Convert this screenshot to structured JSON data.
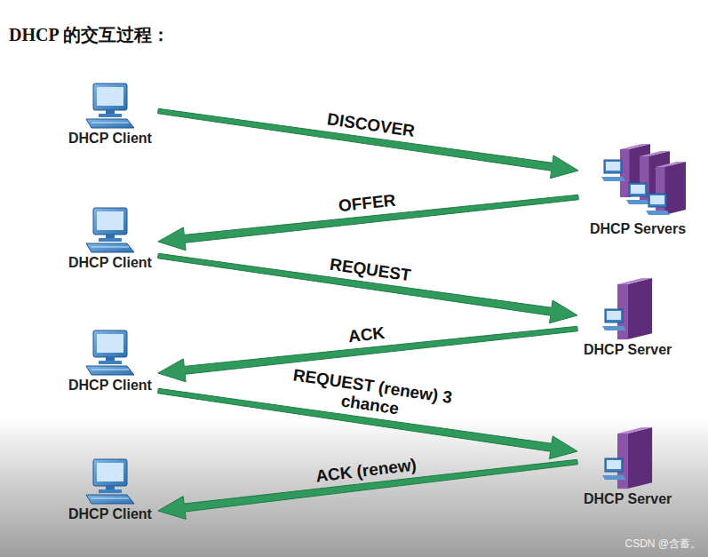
{
  "diagram": {
    "title": "DHCP 的交互过程：",
    "nodes": [
      {
        "text": [
          "DHCP Client"
        ]
      },
      {
        "text": [
          "DHCP Servers"
        ]
      },
      {
        "text": [
          "DHCP Client"
        ]
      },
      {
        "text": [
          "DHCP Server"
        ]
      },
      {
        "text": [
          "DHCP Client"
        ]
      },
      {
        "text": [
          "DHCP Server"
        ]
      },
      {
        "text": [
          "DHCP Client"
        ]
      }
    ],
    "edges": [
      {
        "from": 0,
        "to": 1,
        "arrow": "to",
        "label": "DISCOVER"
      },
      {
        "from": 1,
        "to": 2,
        "arrow": "to",
        "label": "OFFER"
      },
      {
        "from": 2,
        "to": 3,
        "arrow": "to",
        "label": "REQUEST"
      },
      {
        "from": 3,
        "to": 4,
        "arrow": "to",
        "label": "ACK"
      },
      {
        "from": 4,
        "to": 5,
        "arrow": "to",
        "label": "REQUEST (renew) 3 chance"
      },
      {
        "from": 5,
        "to": 6,
        "arrow": "to",
        "label": "ACK (renew)"
      }
    ],
    "labels": [
      "CSDN @含蓄。"
    ]
  }
}
